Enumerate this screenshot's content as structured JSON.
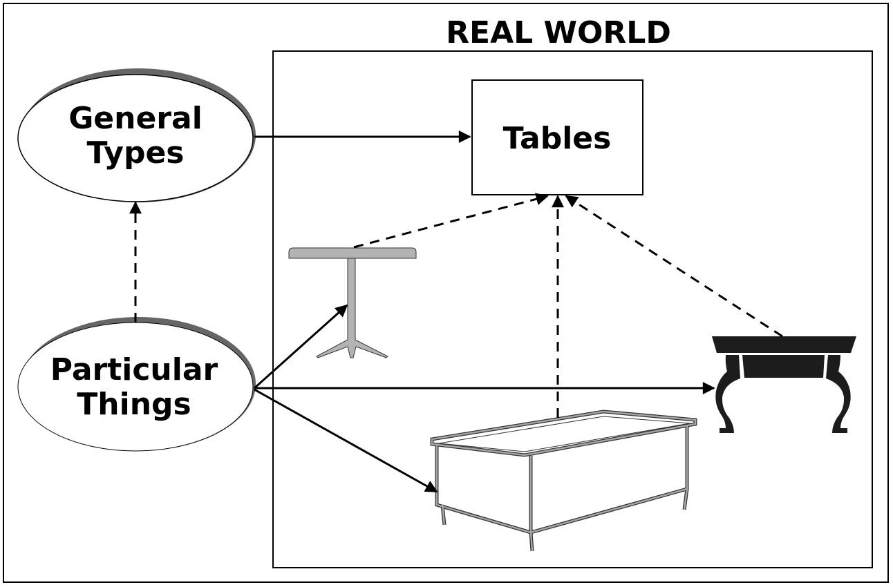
{
  "diagram": {
    "title": "REAL WORLD",
    "nodes": {
      "general_types": {
        "lines": [
          "General",
          "Types"
        ],
        "shape": "ellipse"
      },
      "particular_things": {
        "lines": [
          "Particular",
          "Things"
        ],
        "shape": "ellipse"
      },
      "tables": {
        "label": "Tables",
        "shape": "rectangle"
      }
    },
    "illustrations": [
      {
        "id": "pedestal-table",
        "description": "gray pedestal table"
      },
      {
        "id": "queen-anne-table",
        "description": "black table with curved legs"
      },
      {
        "id": "desk-table",
        "description": "rectangular desk-like table"
      }
    ],
    "edges": [
      {
        "from": "general_types",
        "to": "tables",
        "style": "solid"
      },
      {
        "from": "particular_things",
        "to": "general_types",
        "style": "dashed"
      },
      {
        "from": "particular_things",
        "to": "pedestal-table",
        "style": "solid"
      },
      {
        "from": "particular_things",
        "to": "queen-anne-table",
        "style": "solid"
      },
      {
        "from": "particular_things",
        "to": "desk-table",
        "style": "solid"
      },
      {
        "from": "pedestal-table",
        "to": "tables",
        "style": "dashed"
      },
      {
        "from": "desk-table",
        "to": "tables",
        "style": "dashed"
      },
      {
        "from": "queen-anne-table",
        "to": "tables",
        "style": "dashed"
      }
    ],
    "colors": {
      "ink": "#000000",
      "shadow": "#666666",
      "pedestal": "#b3b3b3",
      "dark_table": "#1c1c1c",
      "desk_frame": "#a6a6a6"
    }
  }
}
